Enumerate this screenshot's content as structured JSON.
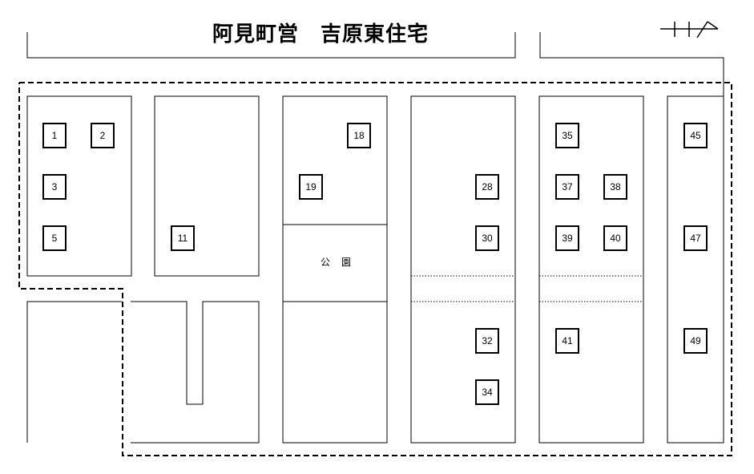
{
  "title": "阿見町営　吉原東住宅",
  "park_label": "公園",
  "units": [
    {
      "label": "1"
    },
    {
      "label": "2"
    },
    {
      "label": "3"
    },
    {
      "label": "5"
    },
    {
      "label": "11"
    },
    {
      "label": "18"
    },
    {
      "label": "19"
    },
    {
      "label": "28"
    },
    {
      "label": "30"
    },
    {
      "label": "32"
    },
    {
      "label": "34"
    },
    {
      "label": "35"
    },
    {
      "label": "37"
    },
    {
      "label": "38"
    },
    {
      "label": "39"
    },
    {
      "label": "40"
    },
    {
      "label": "41"
    },
    {
      "label": "45"
    },
    {
      "label": "47"
    },
    {
      "label": "49"
    }
  ],
  "colors": {
    "line": "#000000",
    "background": "#ffffff"
  },
  "icons": {
    "north": "north-arrow-icon"
  }
}
